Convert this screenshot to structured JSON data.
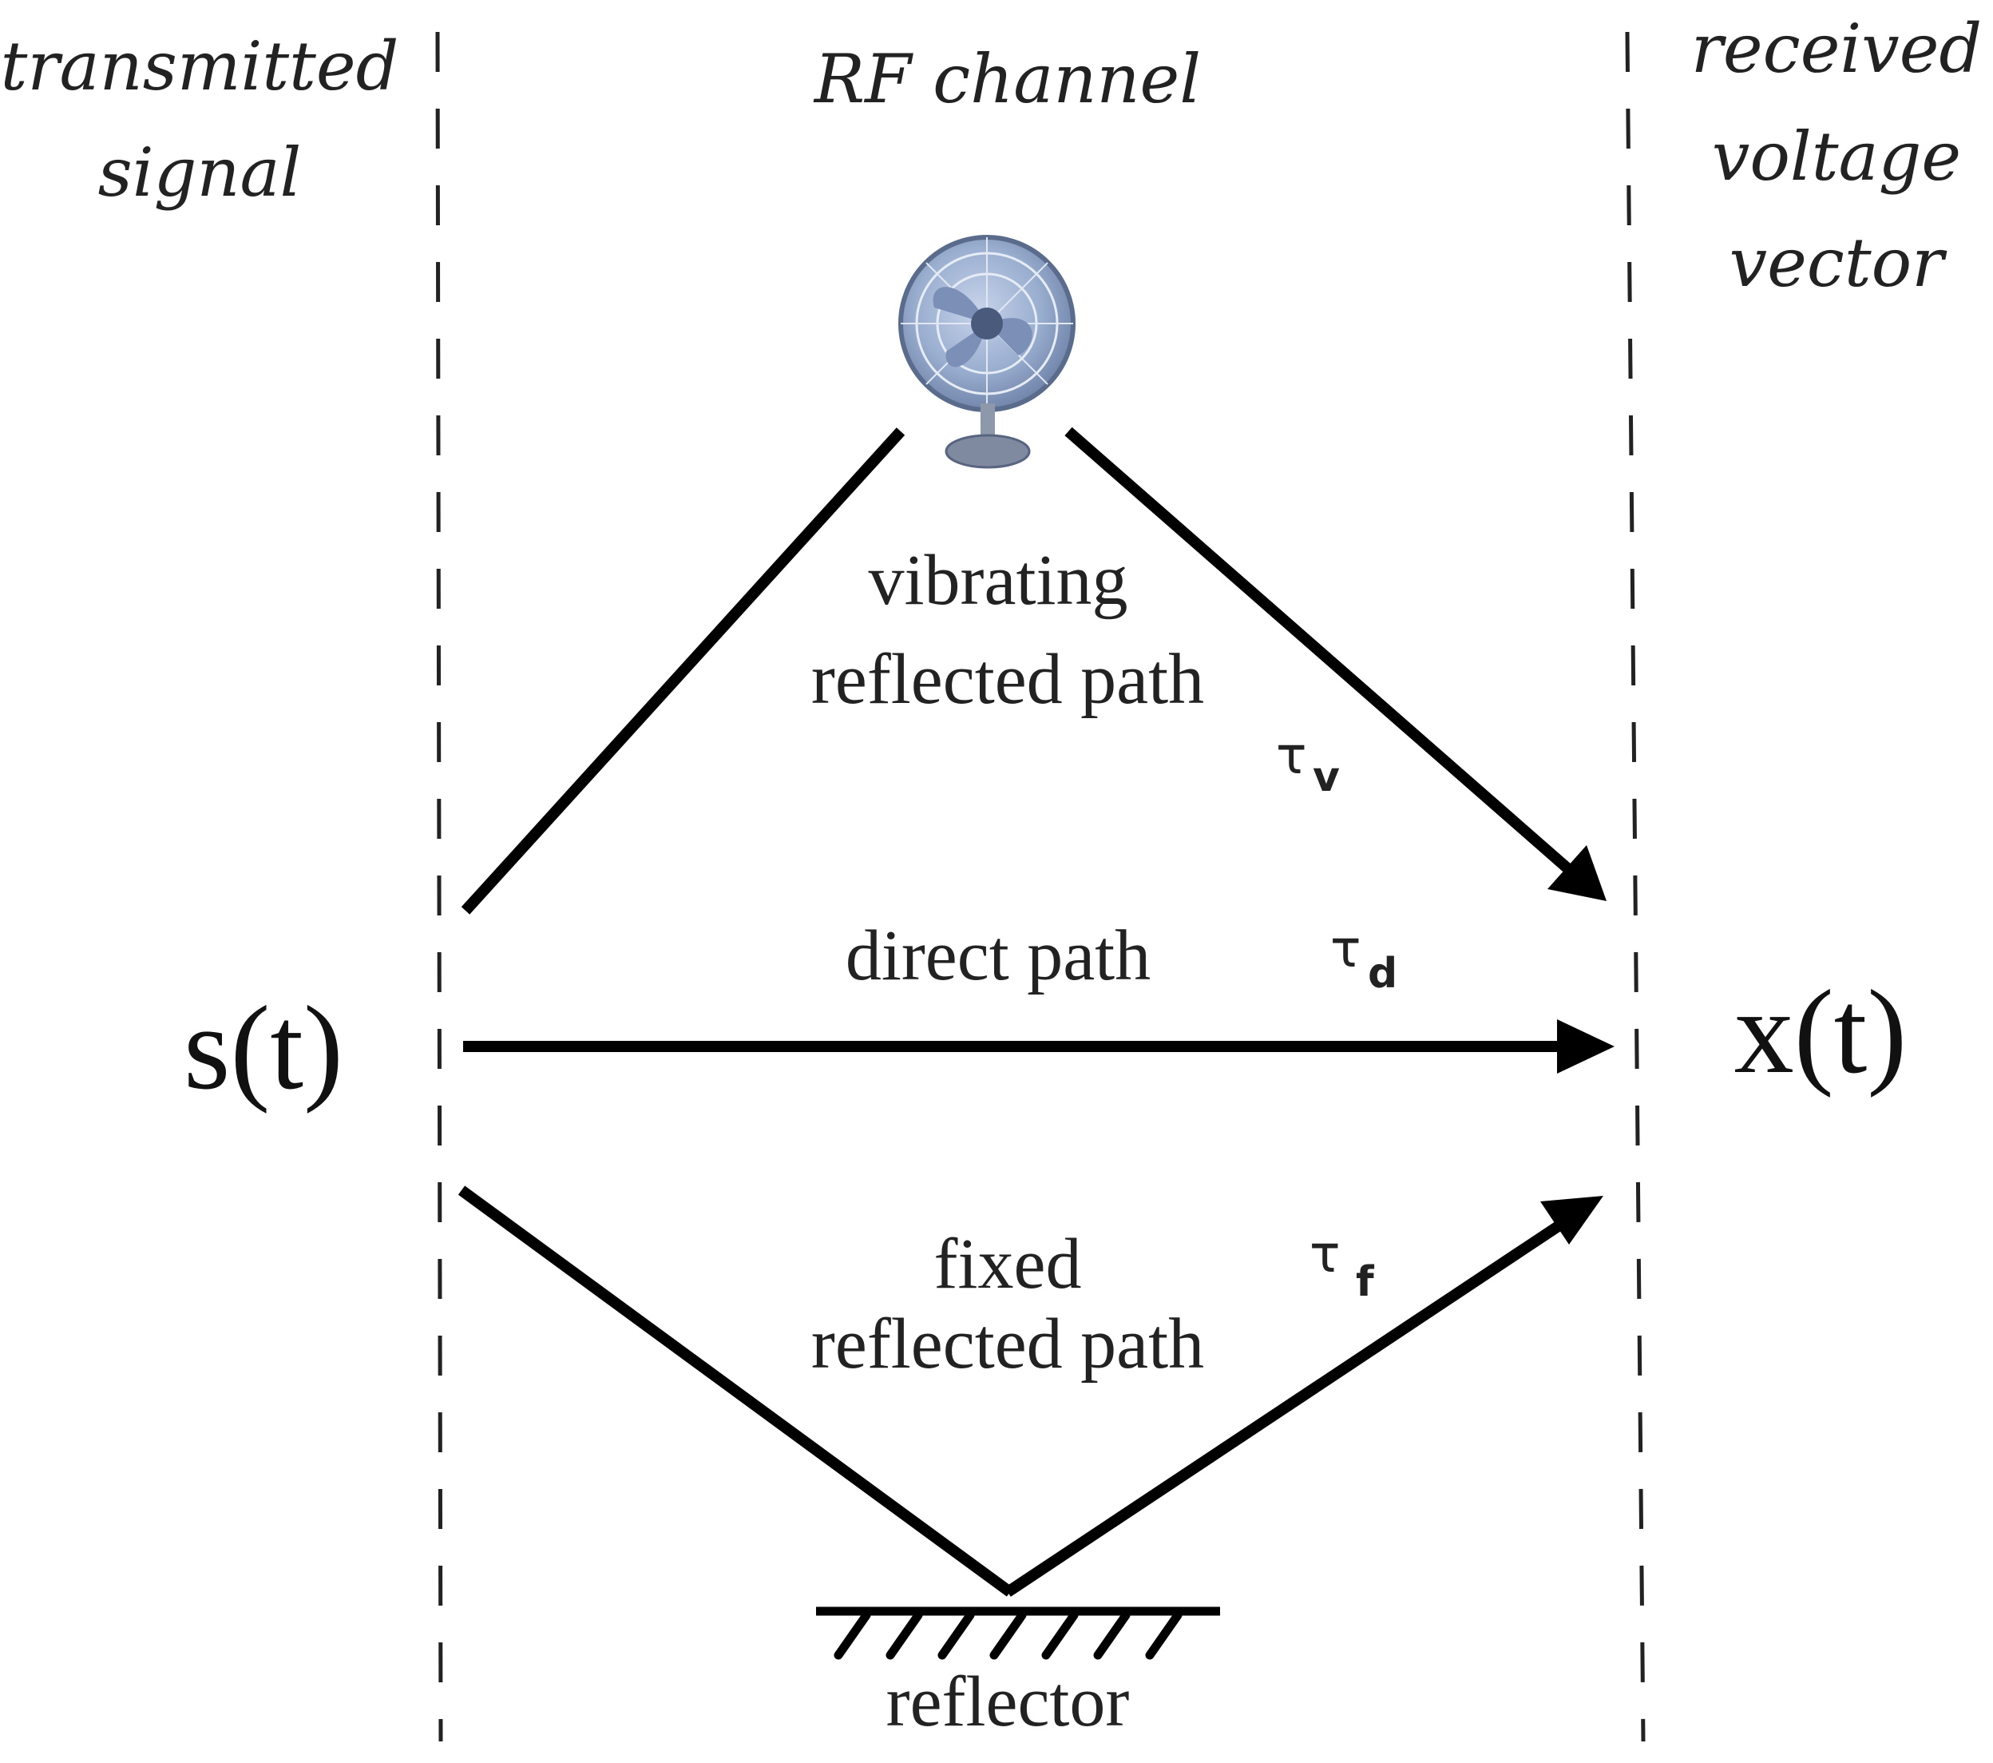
{
  "headers": {
    "left": [
      "transmitted",
      "signal"
    ],
    "center": "RF channel",
    "right": [
      "received",
      "voltage",
      "vector"
    ]
  },
  "signals": {
    "input": "s(t)",
    "output": "x(t)"
  },
  "paths": {
    "vibrating": {
      "label_line1": "vibrating",
      "label_line2": "reflected path",
      "delay_symbol": "τ",
      "delay_sub": "v"
    },
    "direct": {
      "label": "direct path",
      "delay_symbol": "τ",
      "delay_sub": "d"
    },
    "fixed": {
      "label_line1": "fixed",
      "label_line2": "reflected path",
      "delay_symbol": "τ",
      "delay_sub": "f"
    }
  },
  "reflector": {
    "label": "reflector"
  },
  "icons": {
    "vibrating_object": "fan-icon"
  }
}
